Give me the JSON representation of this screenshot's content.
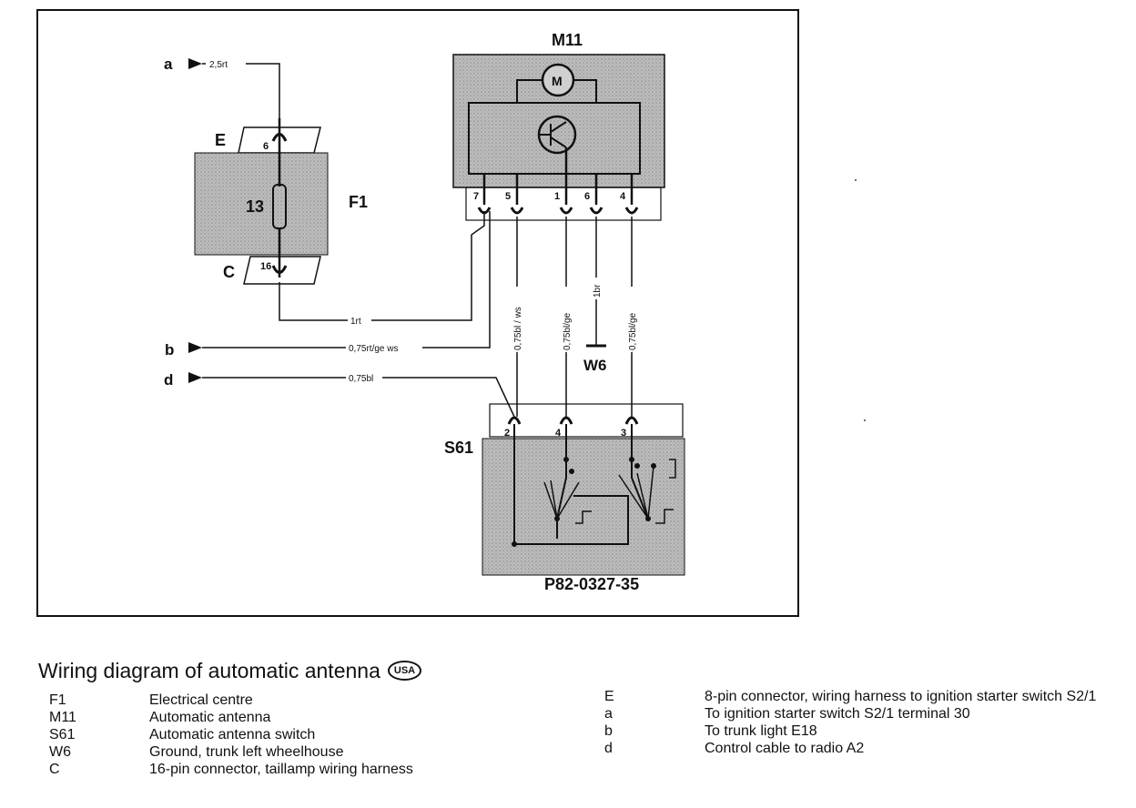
{
  "diagram": {
    "components": {
      "m11": "M11",
      "f1": "F1",
      "s61": "S61",
      "w6": "W6",
      "e": "E",
      "c": "C",
      "fuse": "13",
      "motor": "M"
    },
    "terminals": {
      "a": "a",
      "b": "b",
      "d": "d"
    },
    "wires": {
      "a": "2,5rt",
      "c_return": "1rt",
      "b": "0,75rt/ge ws",
      "d": "0,75bl",
      "m5": "0,75bl / ws",
      "m1": "0,75bl/ge",
      "m6": "1br",
      "m4": "0,75bl/ge"
    },
    "pins": {
      "e_pin": "6",
      "c_pin": "16",
      "m11_pins": [
        "7",
        "5",
        "1",
        "6",
        "4"
      ],
      "s61_pins": [
        "2",
        "4",
        "3"
      ]
    },
    "figure_code": "P82-0327-35"
  },
  "caption": {
    "title": "Wiring diagram of automatic antenna",
    "badge": "USA"
  },
  "legend_left": [
    {
      "code": "F1",
      "desc": "Electrical centre"
    },
    {
      "code": "M11",
      "desc": "Automatic antenna"
    },
    {
      "code": "S61",
      "desc": "Automatic antenna switch"
    },
    {
      "code": "W6",
      "desc": "Ground, trunk left wheelhouse"
    },
    {
      "code": "C",
      "desc": "16-pin connector, taillamp wiring harness"
    }
  ],
  "legend_right": [
    {
      "code": "E",
      "desc": "8-pin connector, wiring harness to ignition starter switch S2/1"
    },
    {
      "code": "a",
      "desc": "To ignition starter switch S2/1 terminal 30"
    },
    {
      "code": "b",
      "desc": "To trunk light E18"
    },
    {
      "code": "d",
      "desc": "Control cable to radio A2"
    }
  ]
}
